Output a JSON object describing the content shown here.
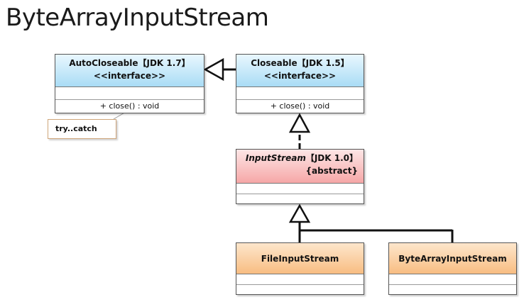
{
  "title": "ByteArrayInputStream",
  "classes": {
    "autocloseable": {
      "name": "AutoCloseable【JDK 1.7】",
      "stereotype": "<<interface>>",
      "method": "+ close() : void"
    },
    "closeable": {
      "name": "Closeable【JDK 1.5】",
      "stereotype": "<<interface>>",
      "method": "+ close() : void"
    },
    "inputstream": {
      "name": "InputStream",
      "version": "【JDK 1.0】",
      "stereotype": "{abstract}"
    },
    "fileinputstream": {
      "name": "FileInputStream"
    },
    "bytearrayinputstream": {
      "name": "ByteArrayInputStream"
    }
  },
  "note": {
    "text": "try..catch"
  },
  "colors": {
    "interface": "#a9dcf5",
    "abstract": "#f6a7a7",
    "class": "#f8bd82"
  }
}
